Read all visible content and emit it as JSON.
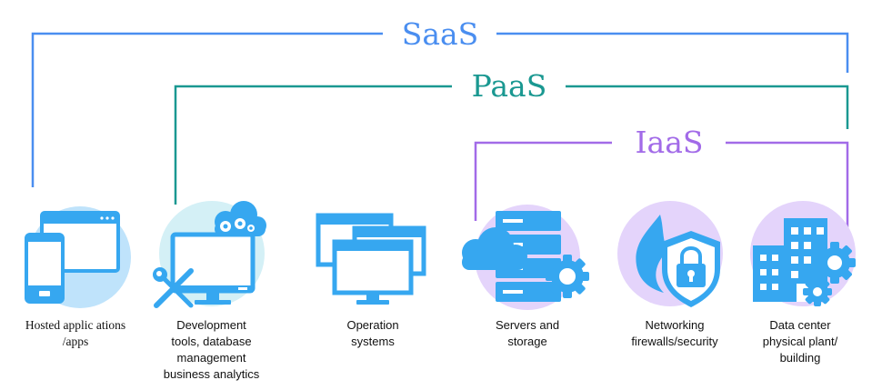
{
  "tiers": {
    "saas": "SaaS",
    "paas": "PaaS",
    "iaas": "IaaS"
  },
  "items": {
    "hosted": "Hosted applic  ations\n/apps",
    "dev": "Development\ntools, database\nmanagement\nbusiness analytics",
    "os": "Operation\nsystems",
    "servers": "Servers and\nstorage",
    "network": "Networking\nfirewalls/security",
    "datacenter": "Data center\nphysical plant/\nbuilding"
  },
  "colors": {
    "saas": "#4a8ef0",
    "paas": "#1a9891",
    "iaas": "#a26be8",
    "icon": "#36a7f0",
    "icon_dark": "#1f7fd6",
    "circle_blue": "#bfe3fb",
    "circle_lavender": "#e4d4fb"
  },
  "icons": [
    "devices-icon",
    "dev-tools-icon",
    "windows-icon",
    "server-cloud-icon",
    "firewall-lock-icon",
    "datacenter-building-icon"
  ]
}
